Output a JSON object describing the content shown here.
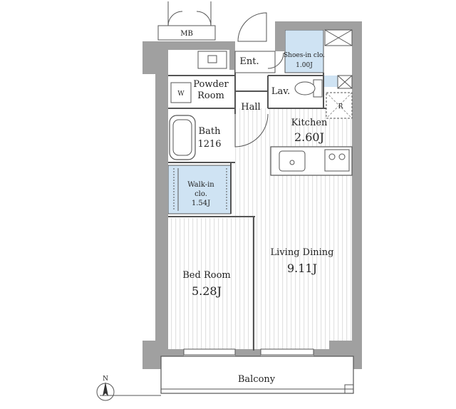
{
  "labels": {
    "mb": "MB",
    "ent": "Ent.",
    "shoes_name": "Shoes-in clo.",
    "shoes_size": "1.00J",
    "powder_1": "Powder",
    "powder_2": "Room",
    "washer": "W",
    "lav": "Lav.",
    "hall": "Hall",
    "fridge": "R",
    "bath_name": "Bath",
    "bath_size": "1216",
    "kitchen_name": "Kitchen",
    "kitchen_size": "2.60J",
    "walkin_1": "Walk-in",
    "walkin_2": "clo.",
    "walkin_size": "1.54J",
    "living_name": "Living Dining",
    "living_size": "9.11J",
    "bed_name": "Bed Room",
    "bed_size": "5.28J",
    "balcony": "Balcony",
    "north": "N"
  },
  "colors": {
    "wall": "#a0a0a0",
    "line": "#555555",
    "closet": "#cfe3f3",
    "floor_stripe": "#e4e4e4"
  }
}
